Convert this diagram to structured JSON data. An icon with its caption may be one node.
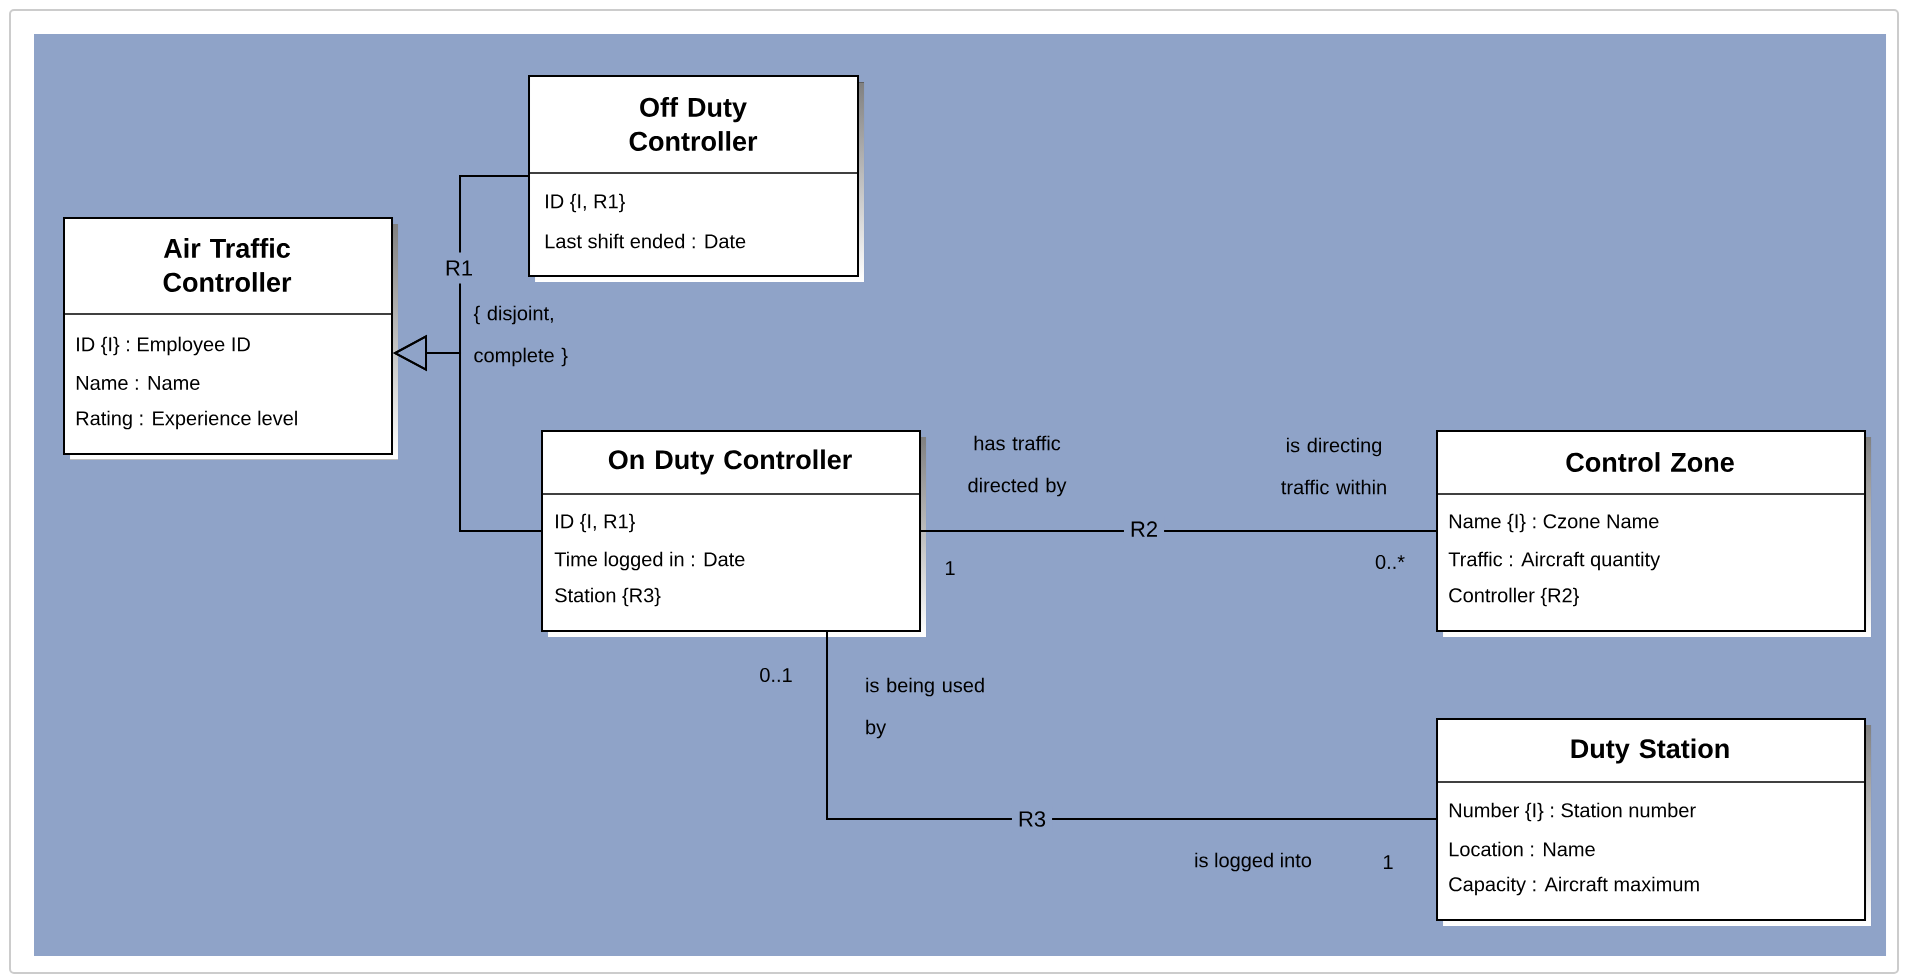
{
  "diagram": {
    "nodes": [
      {
        "text": [
          "Air Traffic Controller",
          "ID {I} : Employee ID",
          "Name : Name",
          "Rating : Experience level"
        ]
      },
      {
        "text": [
          "Off Duty Controller",
          "ID {I, R1}",
          "Last shift ended : Date"
        ]
      },
      {
        "text": [
          "On Duty Controller",
          "ID {I, R1}",
          "Time logged in : Date",
          "Station {R3}"
        ]
      },
      {
        "text": [
          "Control Zone",
          "Name {I} : Czone Name",
          "Traffic : Aircraft quantity",
          "Controller {R2}"
        ]
      },
      {
        "text": [
          "Duty Station",
          "Number {I} : Station number",
          "Location : Name",
          "Capacity : Aircraft maximum"
        ]
      }
    ],
    "edges": [
      {
        "from": 1,
        "to": 0,
        "arrow": "to"
      },
      {
        "from": 2,
        "to": 0,
        "arrow": "to"
      },
      {
        "from": 2,
        "to": 3,
        "arrow": "none",
        "label": "R2"
      },
      {
        "from": 2,
        "to": 4,
        "arrow": "none",
        "label": "R3"
      }
    ],
    "labels": [
      "R1",
      "{ disjoint, complete }",
      "has traffic directed by",
      "is directing traffic within",
      "1",
      "0..*",
      "0..1",
      "is being used by",
      "is logged into",
      "1"
    ]
  }
}
